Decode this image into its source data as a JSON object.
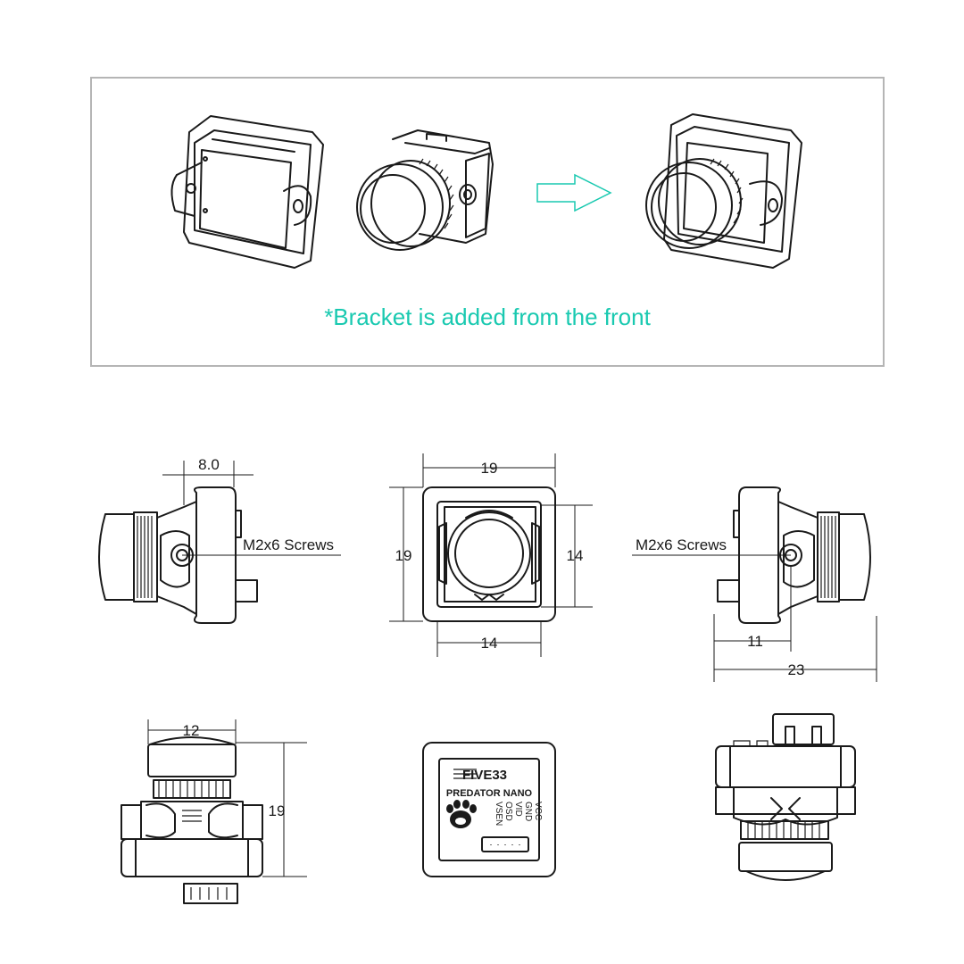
{
  "note": "*Bracket is added from the front",
  "callouts": {
    "screws_left": "M2x6 Screws",
    "screws_right": "M2x6 Screws"
  },
  "dimensions": {
    "side_left_top": "8.0",
    "front_width": "19",
    "front_height": "19",
    "front_inner_height": "14",
    "front_inner_width": "14",
    "side_right_inner": "11",
    "side_right_total": "23",
    "top_width": "12",
    "top_height": "19"
  },
  "rear_label": {
    "brand": "FIVE33",
    "model": "PREDATOR NANO",
    "pins": [
      "VCC",
      "GND",
      "VID",
      "OSD",
      "VSEN"
    ]
  },
  "colors": {
    "accent": "#19c9b0",
    "line": "#1a1a1a"
  }
}
